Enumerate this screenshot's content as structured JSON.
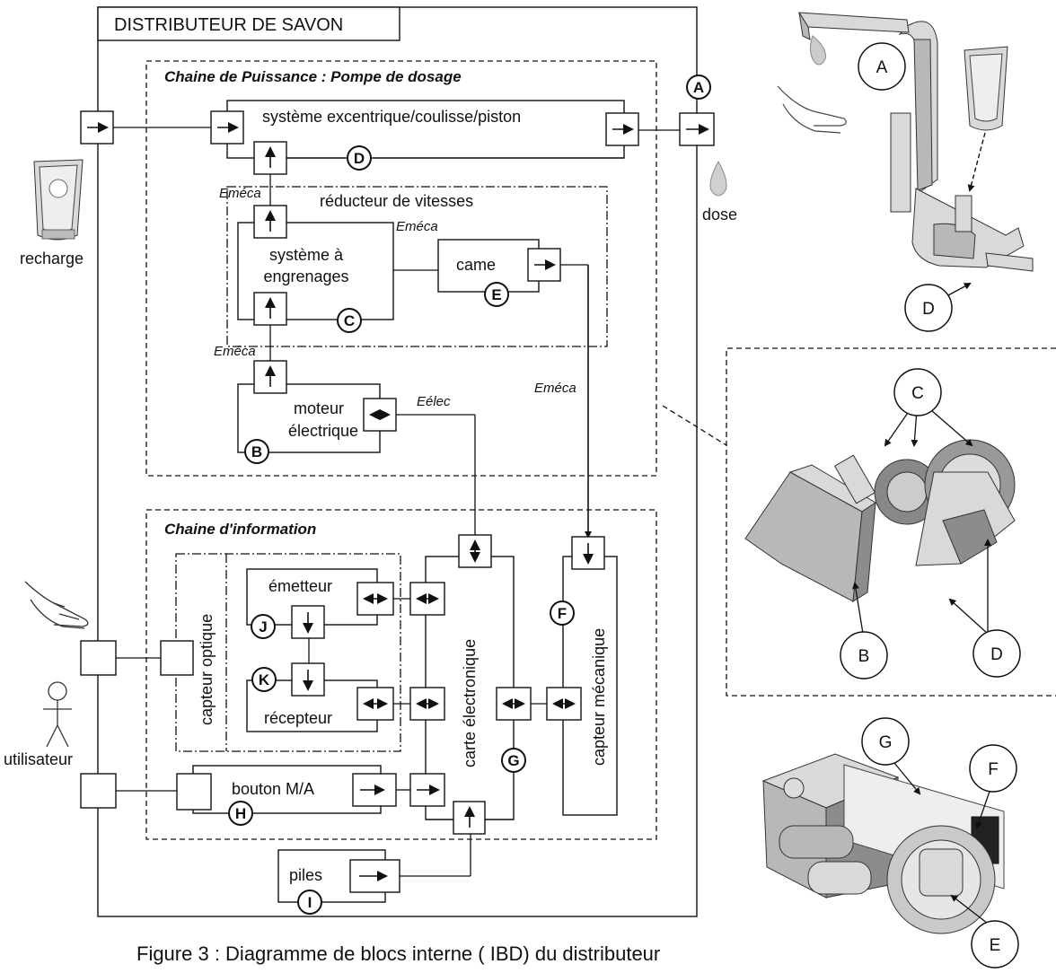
{
  "system_title": "DISTRIBUTEUR DE SAVON",
  "power_chain": {
    "title": "Chaine de Puissance : Pompe de dosage",
    "eccentric_system": "système excentrique/coulisse/piston",
    "gear_reducer": "réducteur de vitesses",
    "gear_system_line1": "système à",
    "gear_system_line2": "engrenages",
    "cam": "came",
    "motor_line1": "moteur",
    "motor_line2": "électrique"
  },
  "info_chain": {
    "title": "Chaine d'information",
    "optical_sensor": "capteur optique",
    "emitter": "émetteur",
    "receiver": "récepteur",
    "electronic_board": "carte électronique",
    "mechanical_sensor": "capteur mécanique",
    "on_off_button": "bouton M/A"
  },
  "batteries": "piles",
  "flows": {
    "emeca": "Eméca",
    "eelec": "Eélec"
  },
  "external": {
    "refill": "recharge",
    "dose": "dose",
    "user": "utilisateur"
  },
  "refs": {
    "A": "A",
    "B": "B",
    "C": "C",
    "D": "D",
    "E": "E",
    "F": "F",
    "G": "G",
    "H": "H",
    "I": "I",
    "J": "J",
    "K": "K"
  },
  "caption": "Figure 3 : Diagramme de blocs interne ( IBD) du distributeur"
}
